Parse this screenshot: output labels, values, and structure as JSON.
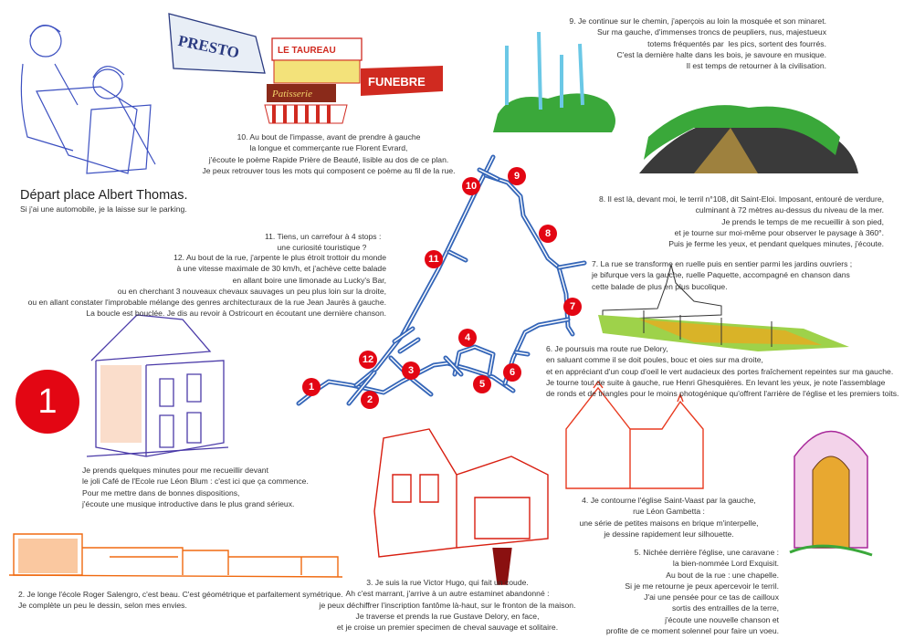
{
  "start": {
    "title": "Départ place Albert Thomas.",
    "subtitle": "Si j'ai une automobile, je la laisse sur le parking."
  },
  "big_marker": "1",
  "signs": [
    "PRESTO",
    "LE TAUREAU",
    "Patisserie",
    "FUNEBRE"
  ],
  "markers": [
    "1",
    "2",
    "3",
    "4",
    "5",
    "6",
    "7",
    "8",
    "9",
    "10",
    "11",
    "12"
  ],
  "colors": {
    "marker": "#e30613",
    "road": "#3566b8"
  },
  "steps": {
    "s1": [
      "Je prends quelques minutes pour me recueillir devant",
      "le joli Café de l'Ecole rue Léon Blum : c'est ici que ça commence.",
      "Pour me mettre dans de bonnes dispositions,",
      "j'écoute une musique introductive dans le plus grand sérieux."
    ],
    "s2": [
      "2. Je longe l'école Roger Salengro, c'est beau. C'est géométrique et parfaitement symétrique.",
      "Je complète un peu le dessin, selon mes envies."
    ],
    "s3": [
      "3. Je suis la rue Victor Hugo, qui fait un coude.",
      "Ah c'est marrant, j'arrive à un autre estaminet abandonné :",
      "je peux déchiffrer l'inscription fantôme là-haut, sur le fronton de la maison.",
      "Je traverse et prends la rue Gustave Delory, en face,",
      "et je croise un premier specimen de cheval sauvage et solitaire."
    ],
    "s4": [
      "4. Je contourne l'église Saint-Vaast par la gauche,",
      "rue Léon Gambetta :",
      "une série de petites maisons en brique m'interpelle,",
      "je dessine rapidement leur silhouette."
    ],
    "s5": [
      "5. Nichée derrière l'église, une caravane :",
      "la bien-nommée Lord Exquisit.",
      "Au bout de la rue : une chapelle.",
      "Si je me retourne je peux apercevoir le terril.",
      "J'ai une pensée pour ce tas de cailloux",
      "sortis des entrailles de la terre,",
      "j'écoute une nouvelle chanson et",
      "profite de ce moment solennel pour faire un voeu."
    ],
    "s6": [
      "6. Je poursuis ma route rue Delory,",
      "en saluant comme il se doit poules, bouc et oies sur ma droite,",
      "et en appréciant d'un coup d'oeil le vert audacieux des portes fraîchement repeintes sur ma gauche.",
      "Je tourne tout de suite à gauche, rue Henri Ghesquières. En levant les yeux, je note l'assemblage",
      "de ronds et de triangles pour le moins photogénique qu'offrent l'arrière de l'église et les premiers toits."
    ],
    "s7": [
      "7. La rue se transforme en ruelle puis en sentier parmi les jardins ouvriers ;",
      "je bifurque vers la gauche, ruelle Paquette, accompagné en chanson dans",
      "cette balade de plus en plus bucolique."
    ],
    "s8": [
      "8. Il est là, devant moi, le terril n°108, dit Saint-Eloi. Imposant, entouré de verdure,",
      "culminant à 72 mètres au-dessus du niveau de la mer.",
      "Je prends le temps de me recueillir à son pied,",
      "et je tourne sur moi-même pour observer le paysage à 360°.",
      "Puis je ferme les yeux, et pendant quelques minutes, j'écoute."
    ],
    "s9": [
      "9. Je continue sur le chemin, j'aperçois au loin la mosquée et son minaret.",
      "Sur ma gauche, d'immenses troncs de peupliers, nus, majestueux",
      "totems fréquentés par  les pics, sortent des fourrés.",
      "C'est la dernière halte dans les bois, je savoure en musique.",
      "Il est temps de retourner à la civilisation."
    ],
    "s10": [
      "10. Au bout de l'impasse, avant de prendre à gauche",
      "la longue et commerçante rue Florent Evrard,",
      "j'écoute le poème Rapide Prière de Beauté, lisible au dos de ce plan.",
      "Je peux retrouver tous les mots qui composent ce poème au fil de la rue."
    ],
    "s11": [
      "11. Tiens, un carrefour à 4 stops :",
      "une curiosité touristique ?"
    ],
    "s12": [
      "12. Au bout de la rue, j'arpente le plus étroit trottoir du monde",
      "à une vitesse maximale de 30 km/h, et j'achève cette balade",
      "en allant boire une limonade au Lucky's Bar,",
      "ou en cherchant 3 nouveaux chevaux sauvages un peu plus loin sur la droite,",
      "ou en allant constater l'improbable mélange des genres architecturaux de la rue Jean Jaurès à gauche.",
      "La boucle est bouclée. Je dis au revoir à Ostricourt en écoutant une dernière chanson."
    ]
  }
}
